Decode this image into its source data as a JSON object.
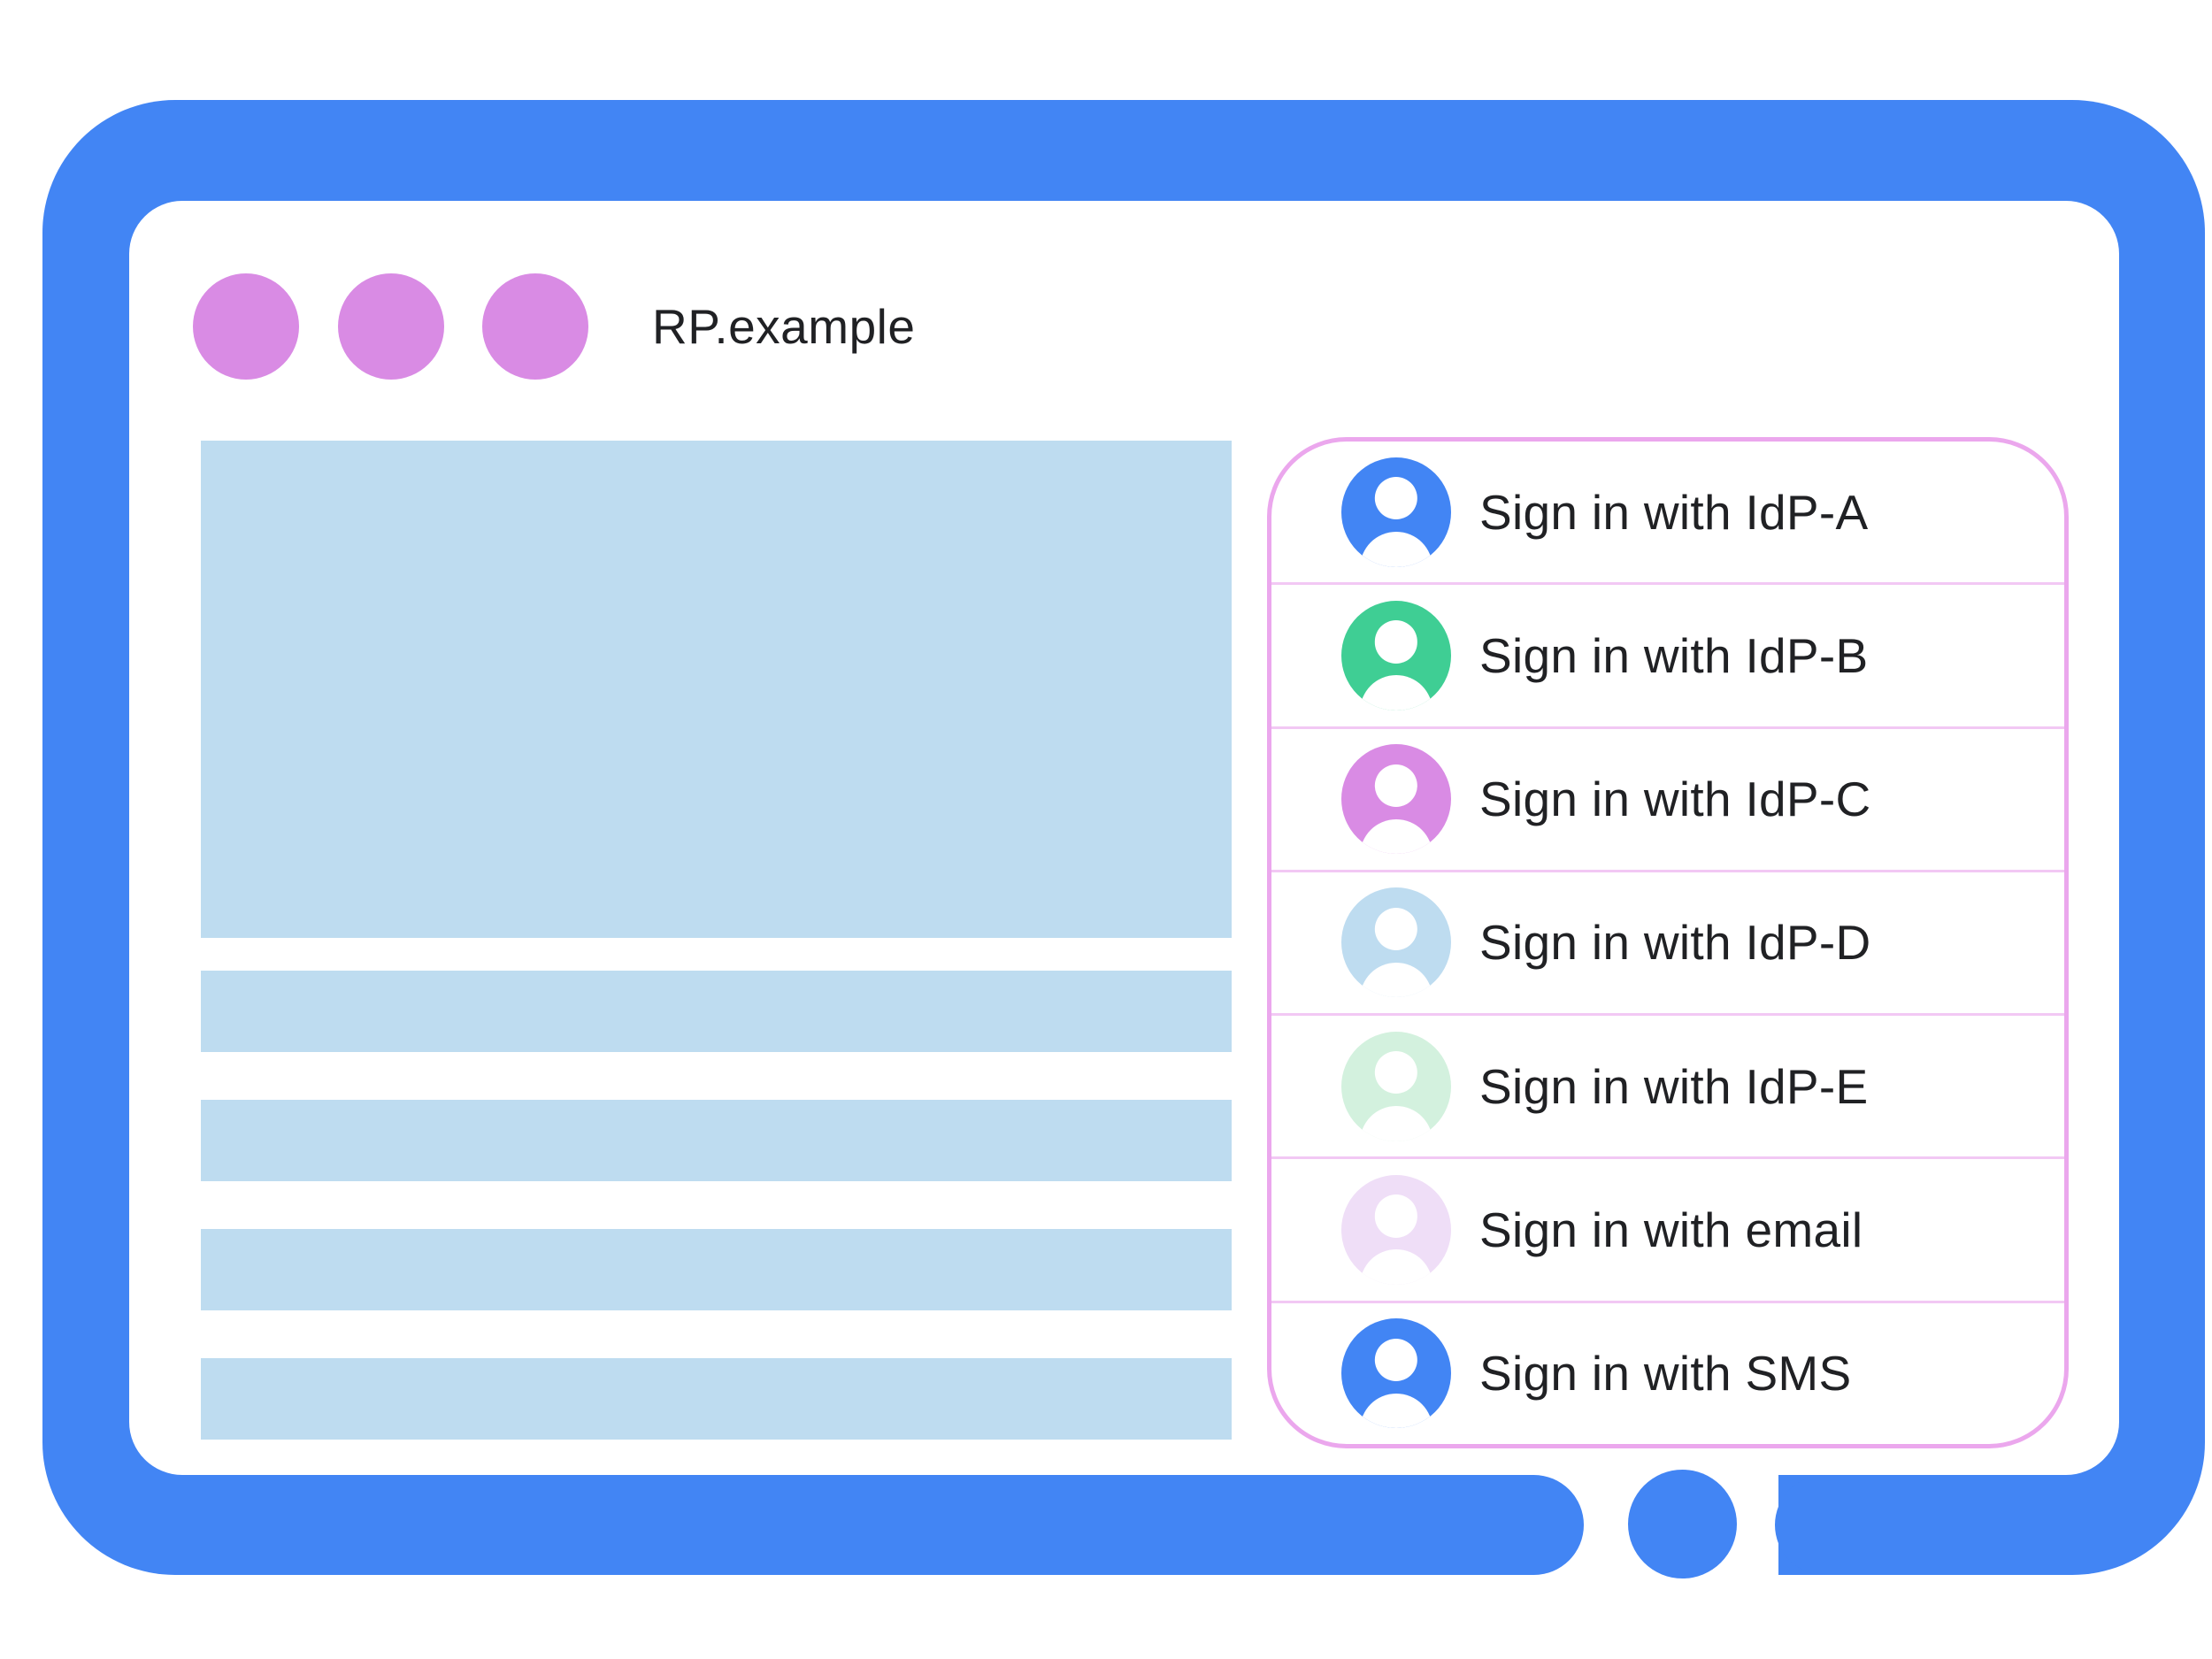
{
  "colors": {
    "frame-blue": "#4285F4",
    "window-dot": "#D98BE4",
    "placeholder-blue": "#BEDCF0",
    "panel-border": "#EBA7ED",
    "panel-divider": "#F2C8F4",
    "text": "#202124"
  },
  "browser": {
    "title": "RP.example"
  },
  "signin_panel": {
    "items": [
      {
        "label": "Sign in with IdP-A",
        "color": "#4285F4",
        "icon": "user-avatar-icon"
      },
      {
        "label": "Sign in with IdP-B",
        "color": "#3FCE94",
        "icon": "user-avatar-icon"
      },
      {
        "label": "Sign in with IdP-C",
        "color": "#D98BE4",
        "icon": "user-avatar-icon"
      },
      {
        "label": "Sign in with IdP-D",
        "color": "#BEDCF0",
        "icon": "user-avatar-icon"
      },
      {
        "label": "Sign in with IdP-E",
        "color": "#D3F1DE",
        "icon": "user-avatar-icon"
      },
      {
        "label": "Sign in with email",
        "color": "#EFDEF7",
        "icon": "user-avatar-icon"
      },
      {
        "label": "Sign in with SMS",
        "color": "#4285F4",
        "icon": "user-avatar-icon"
      }
    ]
  }
}
